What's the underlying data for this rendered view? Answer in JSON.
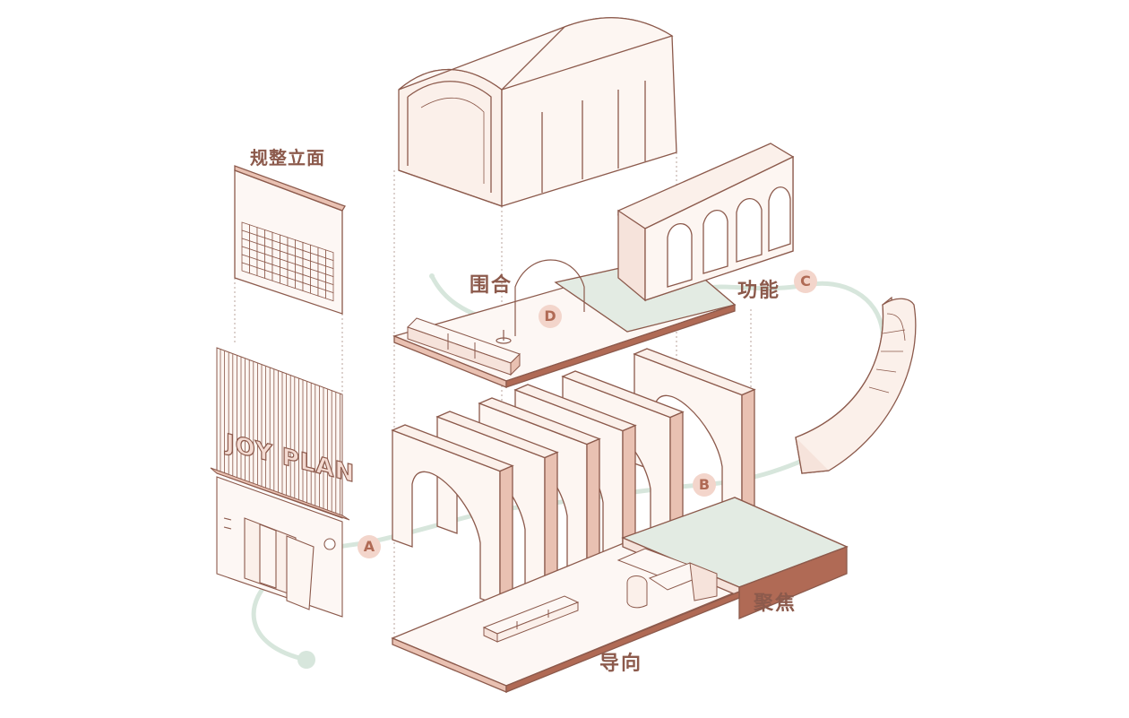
{
  "diagram": {
    "labels": {
      "facade": "规整立面",
      "enclose": "围合",
      "function": "功能",
      "focus": "聚焦",
      "guide": "导向"
    },
    "markers": [
      "A",
      "B",
      "C",
      "D"
    ],
    "sign_text": "JOY PLAN",
    "colors": {
      "line": "#8c5a4c",
      "fill": "#fbf1ec",
      "accent": "#b06a55",
      "path": "#d7e6dc",
      "marker": "#f3d5cb",
      "floor_green": "#e3ebe3"
    }
  }
}
